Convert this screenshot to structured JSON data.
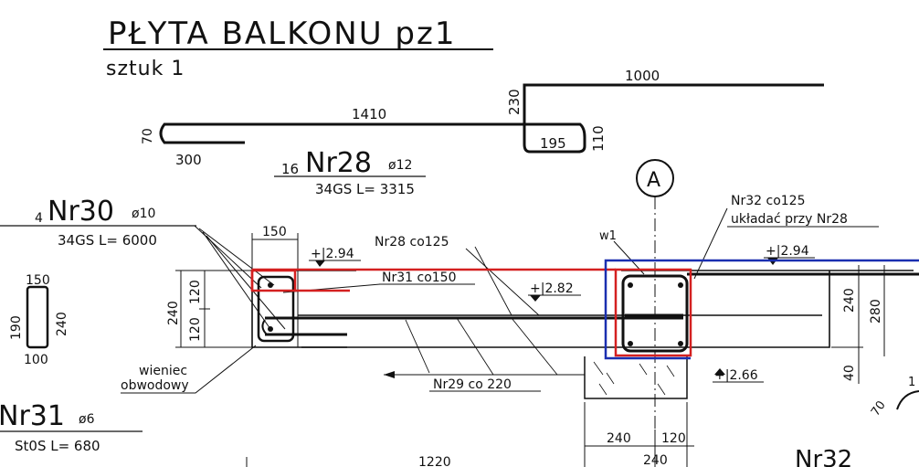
{
  "drawing": {
    "title": "PŁYTA BALKONU pz1",
    "count_label": "sztuk 1",
    "axis_label": "A",
    "note_w1": "w1",
    "label_wieniec": "wieniec",
    "label_obwodowy": "obwodowy"
  },
  "bars": {
    "nr28": {
      "qty": "16",
      "name": "Nr28",
      "dia": "ø12",
      "spec": "34GS L= 3315",
      "dims": [
        "1410",
        "1000",
        "230",
        "110",
        "195",
        "300",
        "70"
      ]
    },
    "nr30": {
      "qty": "4",
      "name": "Nr30",
      "dia": "ø10",
      "spec": "34GS L= 6000",
      "dims": [
        "150",
        "190",
        "240",
        "100"
      ]
    },
    "nr31": {
      "name": "Nr31",
      "dia": "ø6",
      "spec": "St0S L= 680"
    },
    "nr32": {
      "name": "Nr32"
    }
  },
  "section": {
    "callouts": {
      "nr28_co125": "Nr28  co125",
      "nr31_co150": "Nr31  co150",
      "nr29_co220": "Nr29  co  220",
      "nr32_co125": "Nr32  co125",
      "nr32_note": "układać  przy  Nr28"
    },
    "levels": {
      "l294a": "+|2.94",
      "l282": "+|2.82",
      "l294b": "+|2.94",
      "l266": "+|2.66"
    },
    "dims": {
      "d150": "150",
      "d240": "240",
      "d120a": "120",
      "d120b": "120",
      "d240r": "240",
      "d280": "280",
      "d40": "40",
      "b240": "240",
      "b120": "120",
      "b240b": "240",
      "d1220": "1220",
      "d70": "70",
      "d1": "1"
    }
  },
  "highlights": {
    "red": "#d42020",
    "blue": "#1a2fb0"
  }
}
